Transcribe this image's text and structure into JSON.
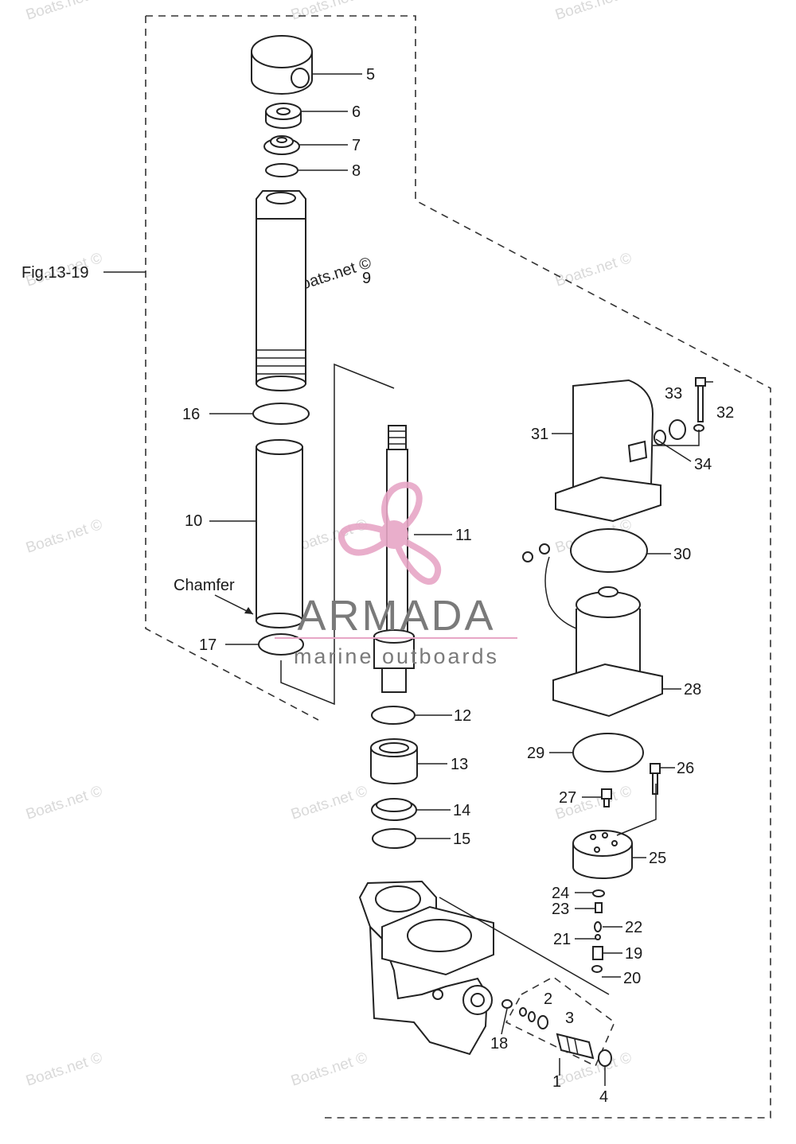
{
  "figure_ref": "Fig.13-19",
  "chamfer_label": "Chamfer",
  "watermark_text": "Boats.net ©",
  "brand": {
    "name": "ARMADA",
    "tagline": "marine outboards",
    "accent_color": "#e7a6c6",
    "text_color": "#7a7a7a"
  },
  "callouts": [
    "1",
    "2",
    "3",
    "4",
    "5",
    "6",
    "7",
    "8",
    "9",
    "10",
    "11",
    "12",
    "13",
    "14",
    "15",
    "16",
    "17",
    "18",
    "19",
    "20",
    "21",
    "22",
    "23",
    "24",
    "25",
    "26",
    "27",
    "28",
    "29",
    "30",
    "31",
    "32",
    "33",
    "34"
  ]
}
